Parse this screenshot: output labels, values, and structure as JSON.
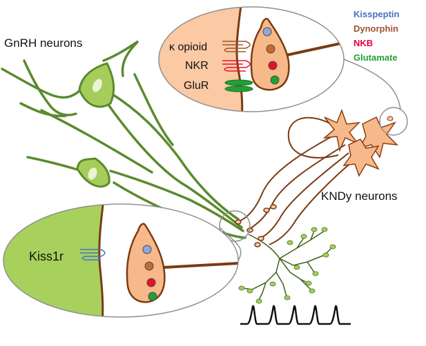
{
  "labels": {
    "gnrh_neurons": "GnRH neurons",
    "kndy_neurons": "KNDy neurons",
    "kappa_opioid": "κ opioid",
    "nkr": "NKR",
    "glur": "GluR",
    "kiss1r": "Kiss1r"
  },
  "legend": [
    {
      "key": "kisspeptin",
      "label": "Kisspeptin",
      "color": "#4472c4"
    },
    {
      "key": "dynorphin",
      "label": "Dynorphin",
      "color": "#a0522d"
    },
    {
      "key": "nkb",
      "label": "NKB",
      "color": "#e8003c"
    },
    {
      "key": "glutamate",
      "label": "Glutamate",
      "color": "#22a035"
    }
  ],
  "colors": {
    "gnrh_fill": "#a6cd5c",
    "gnrh_stroke": "#5b8a2e",
    "kndy_fill": "#f8b98a",
    "kndy_stroke": "#8b3a10",
    "inset_peach": "#fbc9a4",
    "inset_green": "#a7d15c",
    "axon_brown": "#7a3a12"
  }
}
